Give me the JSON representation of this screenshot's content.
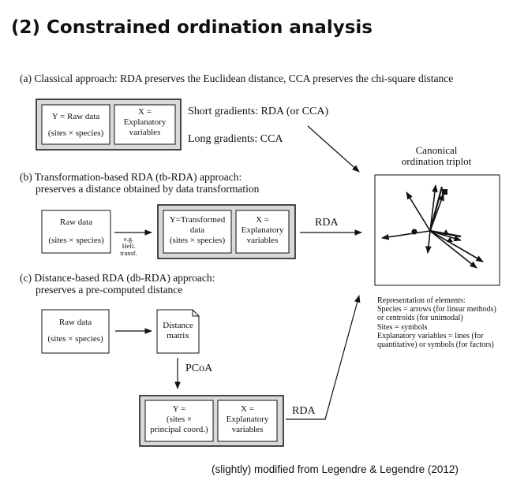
{
  "title": "(2) Constrained ordination analysis",
  "section_a": {
    "text": "(a) Classical approach: RDA preserves the Euclidean distance, CCA preserves the chi-square distance",
    "y_box": [
      "Y = Raw data",
      "(sites × species)"
    ],
    "x_box": [
      "X =",
      "Explanatory",
      "variables"
    ],
    "short_gradients": "Short gradients: RDA (or CCA)",
    "long_gradients": "Long gradients: CCA"
  },
  "section_b": {
    "line1": "(b) Transformation-based RDA (tb-RDA) approach:",
    "line2": "preserves a distance obtained by data transformation",
    "raw_box": [
      "Raw data",
      "(sites × species)"
    ],
    "transform_note": [
      "e.g.",
      "Hell.",
      "transf."
    ],
    "y_box": [
      "Y=Transformed",
      "data",
      "(sites × species)"
    ],
    "x_box": [
      "X =",
      "Explanatory",
      "variables"
    ],
    "rda_label": "RDA"
  },
  "section_c": {
    "line1": "(c) Distance-based RDA (db-RDA) approach:",
    "line2": "preserves a pre-computed distance",
    "raw_box": [
      "Raw data",
      "(sites × species)"
    ],
    "distance_box": [
      "Distance",
      "matrix"
    ],
    "pcoa_label": "PCoA",
    "y_box": [
      "Y =",
      "(sites ×",
      "principal coord.)"
    ],
    "x_box": [
      "X =",
      "Explanatory",
      "variables"
    ],
    "rda_label": "RDA"
  },
  "triplot": {
    "title": [
      "Canonical",
      "ordination triplot"
    ]
  },
  "legend": [
    "Representation of elements:",
    "Species = arrows (for linear methods)",
    "or centroids (for unimodal)",
    "Sites = symbols",
    "Explanatory variables = lines (for",
    "quantitative) or symbols (for factors)"
  ],
  "footer": "(slightly) modified from Legendre & Legendre (2012)"
}
